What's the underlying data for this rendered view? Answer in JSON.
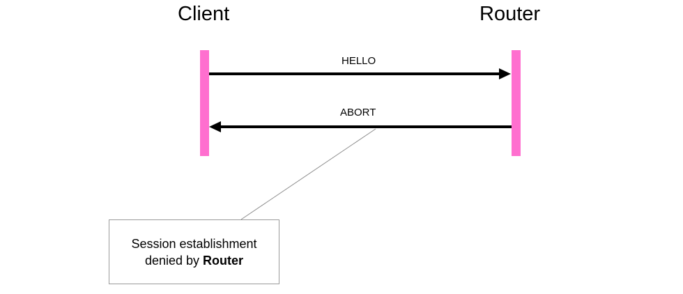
{
  "actors": {
    "client": "Client",
    "router": "Router"
  },
  "messages": {
    "hello": "HELLO",
    "abort": "ABORT"
  },
  "note": {
    "line1": "Session establishment",
    "line2_prefix": "denied by ",
    "line2_bold": "Router"
  },
  "colors": {
    "lifeline": "#ff6fcf",
    "arrow": "#000000",
    "note_border": "#9a9a9a"
  }
}
